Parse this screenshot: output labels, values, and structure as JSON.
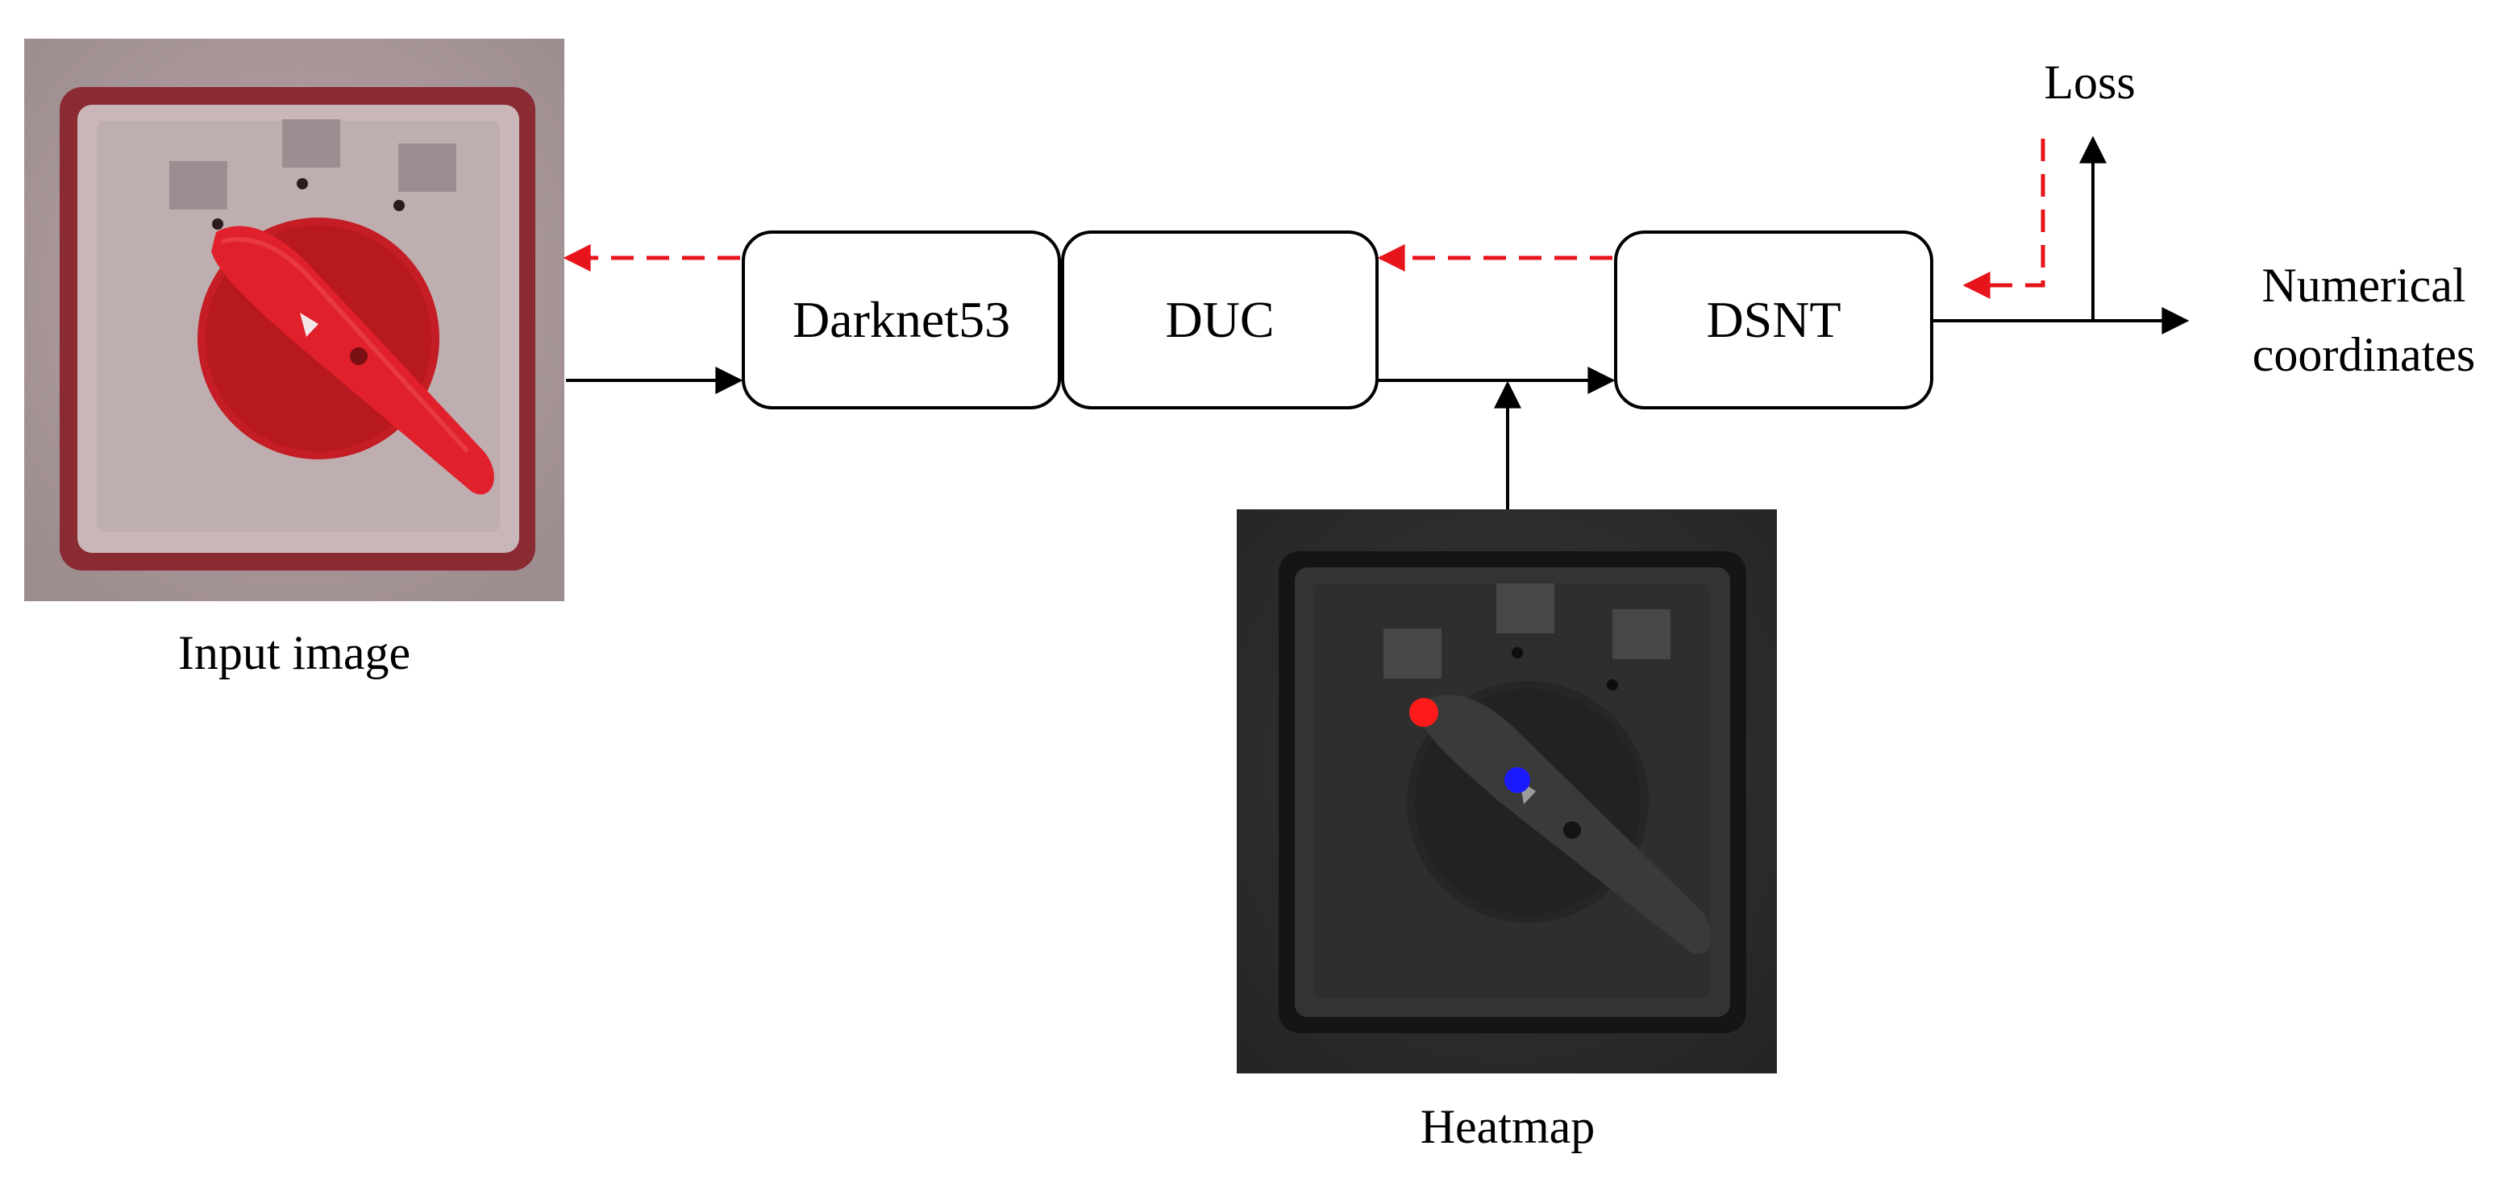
{
  "labels": {
    "input_image": "Input image",
    "heatmap": "Heatmap",
    "loss": "Loss",
    "output_line1": "Numerical",
    "output_line2": "coordinates"
  },
  "blocks": {
    "darknet": "Darknet53",
    "duc": "DUC",
    "dsnt": "DSNT"
  },
  "colors": {
    "forward_arrow": "#000000",
    "backward_arrow": "#e8141b",
    "input_photo_tint": "#c8262c",
    "heatmap_bg": "#2d2d2d",
    "keypoint_1": "#ff1a1a",
    "keypoint_2": "#1a1aff"
  }
}
